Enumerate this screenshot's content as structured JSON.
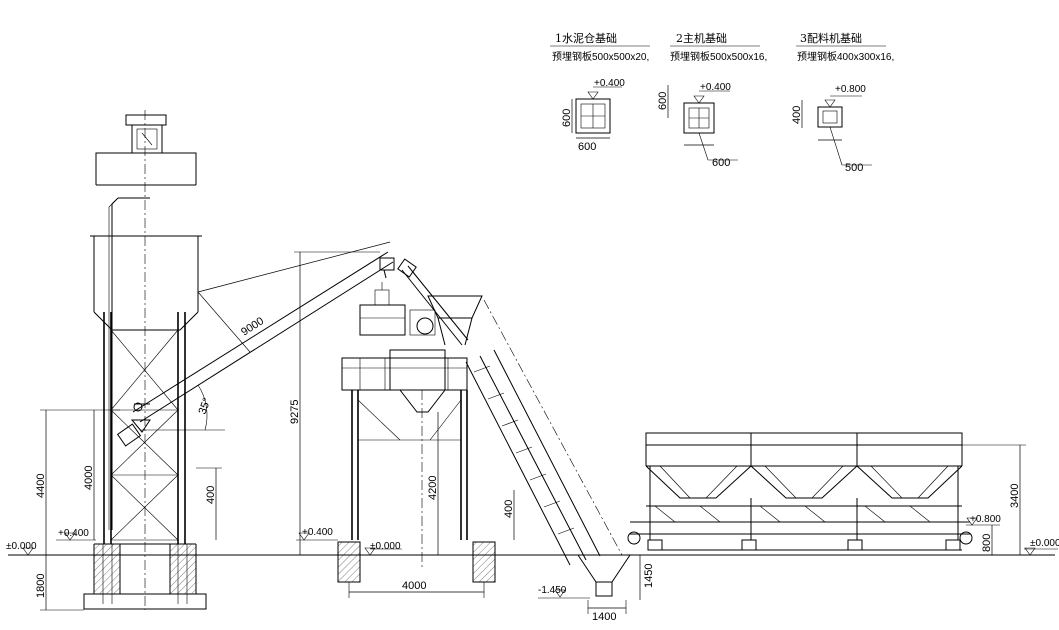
{
  "foundation_details": [
    {
      "title": "1水泥仓基础",
      "spec": "预埋钢板500x500x20,",
      "level": "+0.400",
      "height_dim": "600",
      "width_dim": "600"
    },
    {
      "title": "2主机基础",
      "spec": "预埋钢板500x500x16,",
      "level": "+0.400",
      "height_dim": "600",
      "width_dim": "600"
    },
    {
      "title": "3配料机基础",
      "spec": "预埋钢板400x300x16,",
      "level": "+0.800",
      "height_dim": "400",
      "width_dim": "500"
    }
  ],
  "dimensions": {
    "silo_total_height": "4400",
    "silo_inner_height": "4000",
    "silo_leg_base": "400",
    "silo_foundation_depth": "1800",
    "screw_length": "9000",
    "screw_angle": "35°",
    "main_height": "9275",
    "main_leg_height": "4200",
    "main_footing": "400",
    "main_span": "4000",
    "pit_depth": "1450",
    "pit_width": "1400",
    "batcher_height": "3400",
    "batcher_base": "800"
  },
  "levels": {
    "ground_left": "±0.000",
    "silo_base": "+0.400",
    "main_base": "+0.400",
    "main_ground": "±0.000",
    "pit": "-1.450",
    "batcher_base": "+0.800",
    "ground_right": "±0.000"
  }
}
